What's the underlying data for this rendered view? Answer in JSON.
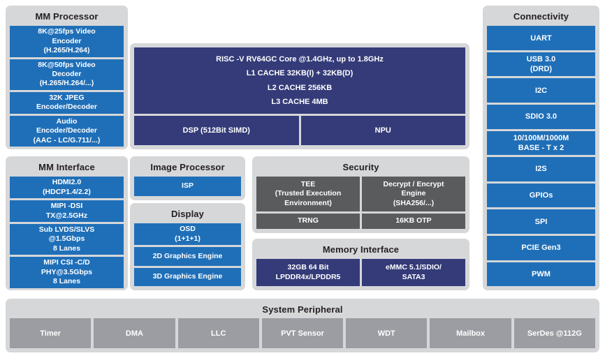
{
  "panels": {
    "mm_processor": {
      "title": "MM Processor",
      "blocks": [
        "8K@25fps Video\nEncoder\n(H.265/H.264)",
        "8K@50fps Video\nDecoder\n(H.265/H.264/...)",
        "32K JPEG\nEncoder/Decoder",
        "Audio\nEncoder/Decoder\n(AAC - LC/G.711/...)"
      ]
    },
    "mm_interface": {
      "title": "MM Interface",
      "blocks": [
        "HDMI2.0\n(HDCP1.4/2.2)",
        "MIPI -DSI\nTX@2.5GHz",
        "Sub  LVDS/SLVS\n@1.5Gbps\n8 Lanes",
        "MIPI   CSI -C/D\nPHY@3.5Gbps\n8 Lanes"
      ]
    },
    "cpu": {
      "lines": [
        "RISC -V  RV64GC Core @1.4GHz, up to 1.8GHz",
        "L1 CACHE 32KB(I) + 32KB(D)",
        "L2 CACHE   256KB",
        "L3 CACHE   4MB"
      ],
      "lower": [
        "DSP (512Bit SIMD)",
        "NPU"
      ]
    },
    "image_processor": {
      "title": "Image Processor",
      "blocks": [
        "ISP"
      ]
    },
    "display": {
      "title": "Display",
      "blocks": [
        "OSD\n(1+1+1)",
        "2D  Graphics Engine",
        "3D  Graphics Engine"
      ]
    },
    "security": {
      "title": "Security",
      "row1": [
        "TEE\n(Trusted Execution\nEnvironment)",
        "Decrypt / Encrypt\nEngine\n(SHA256/...)"
      ],
      "row2": [
        "TRNG",
        "16KB  OTP"
      ]
    },
    "memory_interface": {
      "title": "Memory Interface",
      "blocks": [
        "32GB 64 Bit\nLPDDR4x/LPDDR5",
        "eMMC   5.1/SDIO/\nSATA3"
      ]
    },
    "connectivity": {
      "title": "Connectivity",
      "blocks": [
        "UART",
        "USB  3.0\n(DRD)",
        "I2C",
        "SDIO 3.0",
        "10/100M/1000M\nBASE - T x 2",
        "I2S",
        "GPIOs",
        "SPI",
        "PCIE  Gen3",
        "PWM"
      ]
    },
    "system_peripheral": {
      "title": "System Peripheral",
      "blocks": [
        "Timer",
        "DMA",
        "LLC",
        "PVT Sensor",
        "WDT",
        "Mailbox",
        "SerDes  @112G"
      ]
    }
  },
  "colors": {
    "panel_bg": "#d6d7d9",
    "blue": "#1f6fb8",
    "navy": "#343b78",
    "dark_gray": "#5a5b5d",
    "mid_gray": "#9b9da2",
    "title_text": "#231f20"
  }
}
